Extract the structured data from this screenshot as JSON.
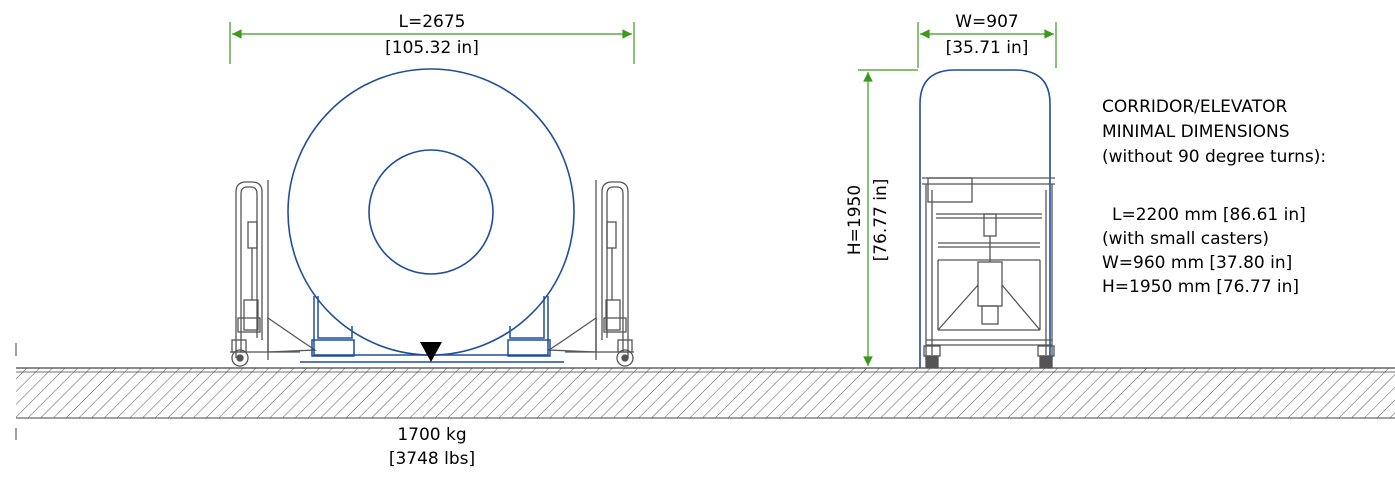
{
  "length_dim": {
    "value": "L=2675",
    "imperial": "[105.32 in]"
  },
  "width_dim": {
    "value": "W=907",
    "imperial": "[35.71 in]"
  },
  "height_dim": {
    "value": "H=1950",
    "imperial": "[76.77 in]"
  },
  "weight": {
    "value": "1700 kg",
    "imperial": "[3748 lbs]"
  },
  "notes": {
    "heading": [
      "CORRIDOR/ELEVATOR",
      "MINIMAL DIMENSIONS",
      "(without 90 degree turns):"
    ],
    "lines": [
      "L=2200 mm  [86.61 in]",
      "(with small casters)",
      "W=960 mm [37.80 in]",
      "H=1950 mm [76.77 in]"
    ]
  },
  "colors": {
    "dimension": "#3a9a1e",
    "equipment": "#1f4e9c",
    "frame": "#555555",
    "ground": "#444444"
  }
}
